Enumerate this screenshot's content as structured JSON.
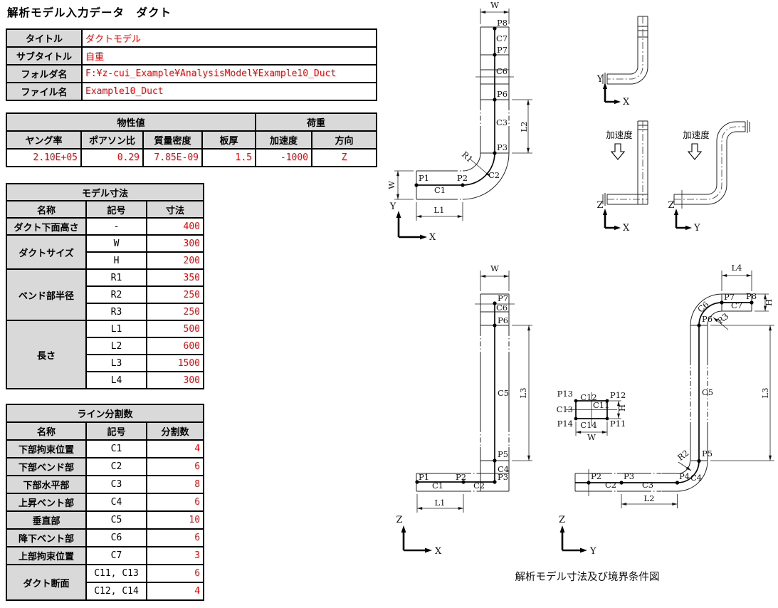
{
  "title": "解析モデル入力データ　ダクト",
  "colors": {
    "value_red": "#fe0000",
    "header_gray": "#d9d9d9",
    "line_black": "#000000"
  },
  "info": {
    "rows": [
      {
        "label": "タイトル",
        "value": "ダクトモデル"
      },
      {
        "label": "サブタイトル",
        "value": "自重"
      },
      {
        "label": "フォルダ名",
        "value": "F:¥z-cui_Example¥AnalysisModel¥Example10_Duct"
      },
      {
        "label": "ファイル名",
        "value": "Example10_Duct"
      }
    ]
  },
  "material": {
    "group1": "物性値",
    "group2": "荷重",
    "headers": [
      "ヤング率",
      "ポアソン比",
      "質量密度",
      "板厚",
      "加速度",
      "方向"
    ],
    "values": [
      "2.10E+05",
      "0.29",
      "7.85E-09",
      "1.5",
      "-1000",
      "Z"
    ]
  },
  "model_dims": {
    "title": "モデル寸法",
    "headers": [
      "名称",
      "記号",
      "寸法"
    ],
    "groups": [
      {
        "name": "ダクト下面高さ",
        "items": [
          [
            "-",
            "400"
          ]
        ]
      },
      {
        "name": "ダクトサイズ",
        "items": [
          [
            "W",
            "300"
          ],
          [
            "H",
            "200"
          ]
        ]
      },
      {
        "name": "ベンド部半径",
        "items": [
          [
            "R1",
            "350"
          ],
          [
            "R2",
            "250"
          ],
          [
            "R3",
            "250"
          ]
        ]
      },
      {
        "name": "長さ",
        "items": [
          [
            "L1",
            "500"
          ],
          [
            "L2",
            "600"
          ],
          [
            "L3",
            "1500"
          ],
          [
            "L4",
            "300"
          ]
        ]
      }
    ]
  },
  "line_div": {
    "title": "ライン分割数",
    "headers": [
      "名称",
      "記号",
      "分割数"
    ],
    "rows": [
      [
        "下部拘束位置",
        "C1",
        "4"
      ],
      [
        "下部ベンド部",
        "C2",
        "6"
      ],
      [
        "下部水平部",
        "C3",
        "8"
      ],
      [
        "上昇ベント部",
        "C4",
        "6"
      ],
      [
        "垂直部",
        "C5",
        "10"
      ],
      [
        "降下ベント部",
        "C6",
        "6"
      ],
      [
        "上部拘束位置",
        "C7",
        "3"
      ]
    ],
    "section_group": {
      "name": "ダクト断面",
      "items": [
        [
          "C11, C13",
          "6"
        ],
        [
          "C12, C14",
          "4"
        ]
      ]
    }
  },
  "figures": {
    "plan": {
      "w": "W",
      "l1": "L1",
      "l2": "L2",
      "r1": "R1",
      "p1": "P1",
      "p2": "P2",
      "p3": "P3",
      "p6": "P6",
      "p7": "P7",
      "p8": "P8",
      "c1": "C1",
      "c2": "C2",
      "c3": "C3",
      "c6": "C6",
      "c7": "C7",
      "axis_v": "Y",
      "axis_h": "X"
    },
    "iso": {
      "accel": "加速度",
      "a_axis_v": "Y",
      "a_axis_h": "X",
      "b_axis_v": "Z",
      "b_axis_h": "X",
      "c_axis_v": "Z",
      "c_axis_h": "Y"
    },
    "front": {
      "w": "W",
      "l1": "L1",
      "l3": "L3",
      "p1": "P1",
      "p2": "P2",
      "p3": "P3",
      "p5": "P5",
      "p6": "P6",
      "p7": "P7",
      "c1": "C1",
      "c2": "C2",
      "c4": "C4",
      "c5": "C5",
      "c6": "C6",
      "axis_v": "Z",
      "axis_h": "X"
    },
    "section": {
      "p11": "P11",
      "p12": "P12",
      "p13": "P13",
      "p14": "P14",
      "c11": "C11",
      "c12": "C12",
      "c13": "C13",
      "c14": "C14",
      "w": "W",
      "h": "H"
    },
    "side": {
      "l2": "L2",
      "l3": "L3",
      "l4": "L4",
      "h": "H",
      "r2": "R2",
      "r3": "R3",
      "p2": "P2",
      "p3": "P3",
      "p4": "P4",
      "p5": "P5",
      "p6": "P6",
      "p7": "P7",
      "p8": "P8",
      "c2": "C2",
      "c3": "C3",
      "c4": "C4",
      "c5": "C5",
      "c6": "C6",
      "c7": "C7",
      "axis_v": "Z",
      "axis_h": "Y"
    },
    "caption": "解析モデル寸法及び境界条件図"
  }
}
